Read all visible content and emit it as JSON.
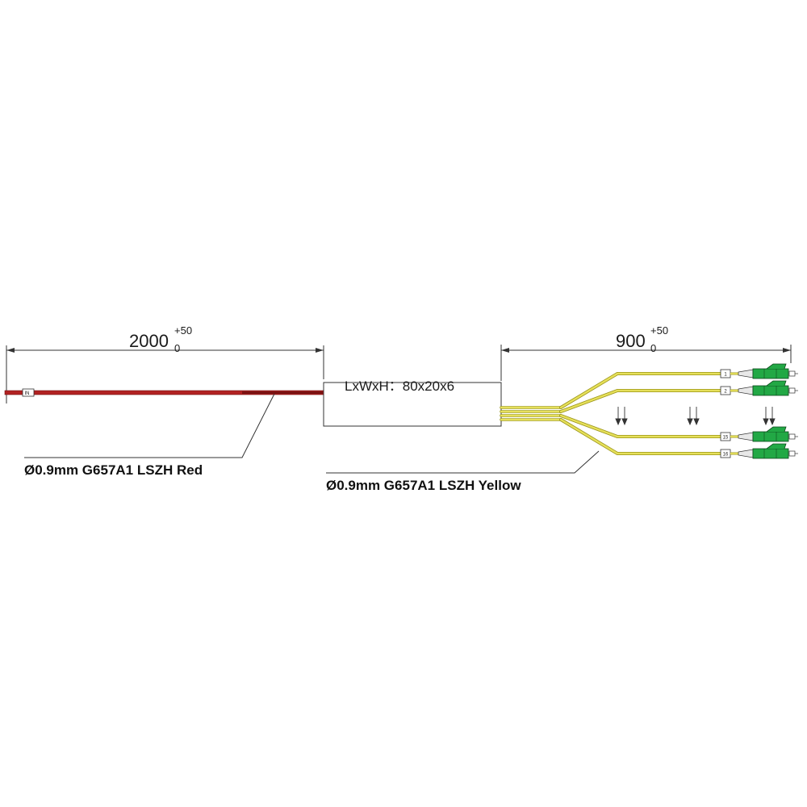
{
  "input_section": {
    "length_value": "2000",
    "tol_upper": "+50",
    "tol_lower": "0",
    "tag_label": "IN",
    "fiber_label": "Ø0.9mm G657A1 LSZH Red",
    "fiber_color": "#b22222"
  },
  "splitter_box": {
    "dimension_label": "LxWxH：80x20x6"
  },
  "output_section": {
    "length_value": "900",
    "tol_upper": "+50",
    "tol_lower": "0",
    "fiber_label": "Ø0.9mm G657A1 LSZH Yellow",
    "fiber_color": "#e6e05a",
    "connector_color": "#22a845",
    "ports": [
      {
        "label": "1"
      },
      {
        "label": "2"
      },
      {
        "label": "15"
      },
      {
        "label": "16"
      }
    ]
  }
}
